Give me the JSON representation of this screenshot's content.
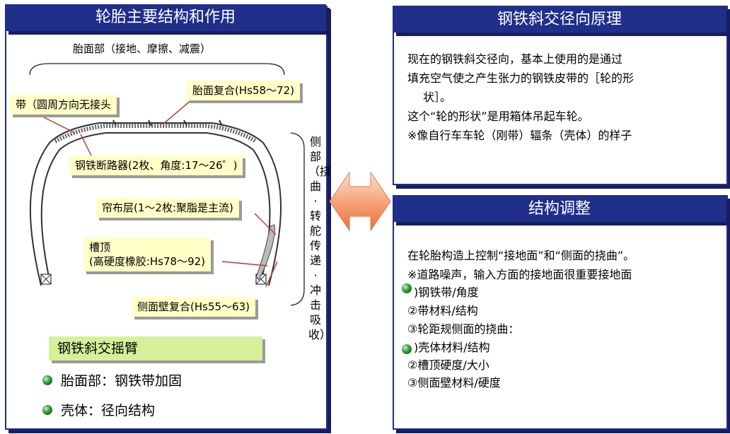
{
  "left": {
    "title": "轮胎主要结构和作用",
    "tread_label": "胎面部（接地、摩擦、减震）",
    "sidewall_label": "侧部（挠曲·转舵传递·冲击吸收）",
    "callouts": {
      "tread_compound": "胎面复合(Hs58～72)",
      "belt": "带（圆周方向无接头",
      "steel_breaker": "钢铁断路器(2枚、角度:17～26゜)",
      "ply": "帘布层(1～2枚:聚脂是主流)",
      "bead_line1": "槽顶",
      "bead_line2": "(高硬度橡胶:Hs78～92)",
      "sidewall_compound": "侧面壁复合(Hs55～63)"
    },
    "green_box": "钢铁斜交摇臂",
    "bullets": [
      "胎面部：钢铁带加固",
      "壳体：径向结构"
    ]
  },
  "right_top": {
    "title": "钢铁斜交径向原理",
    "lines": [
      "现在的钢铁斜交径向，基本上使用的是通过",
      "填充空气使之产生张力的钢铁皮带的［轮的形",
      "状］。",
      "这个“轮的形状”是用箱体吊起车轮。",
      "※像自行车车轮（刚带）辐条（壳体）的样子"
    ]
  },
  "right_bottom": {
    "title": "结构调整",
    "lines": [
      "在轮胎构造上控制“接地面”和“侧面的挠曲”。",
      "※道路噪声，输入方面的接地面很重要接地面",
      ")钢铁带/角度",
      "②带材料/结构",
      "③轮距规侧面的挠曲：",
      ")壳体材料/结构",
      "②槽顶硬度/大小",
      "③侧面壁材料/硬度"
    ]
  },
  "colors": {
    "header": "#1f2f8a",
    "callout": "#ffffc6",
    "green_box": "#d6f09a",
    "arrow": "#f28a5a"
  }
}
